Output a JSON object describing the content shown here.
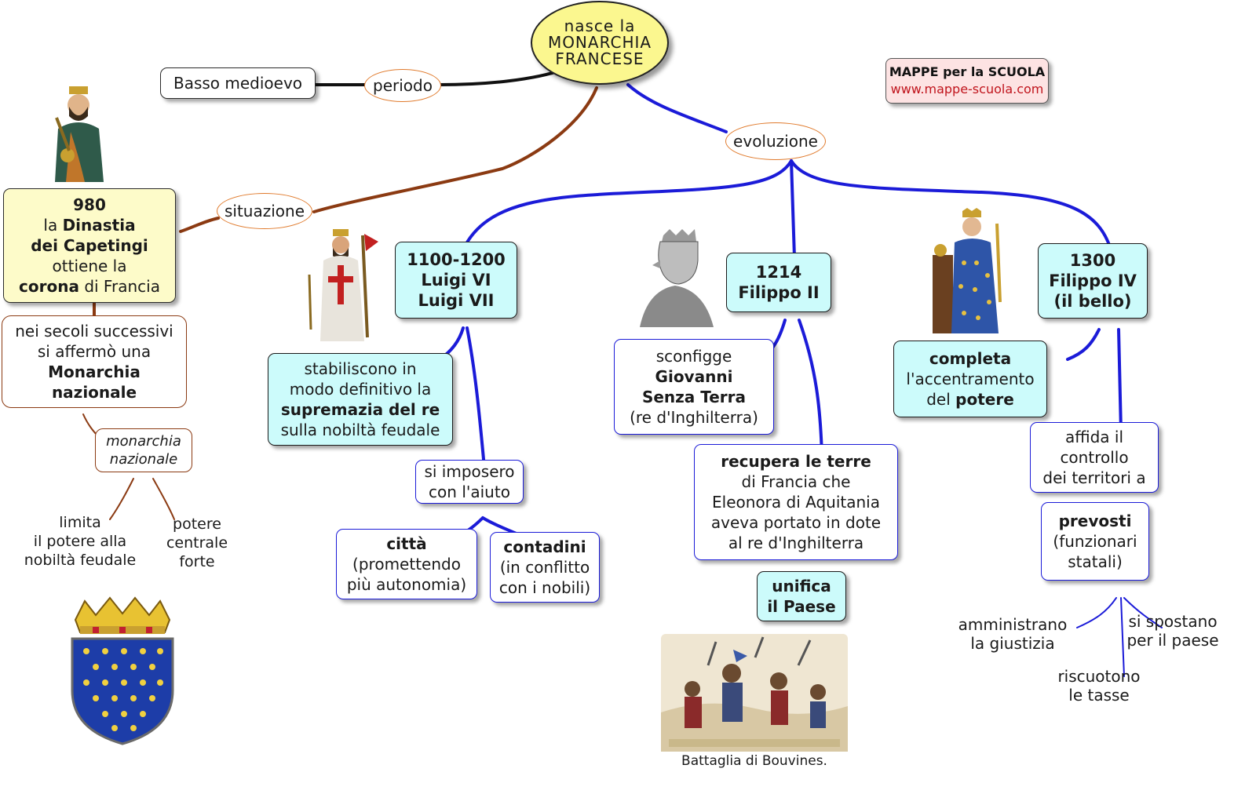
{
  "center": {
    "lines": [
      "nasce la",
      "MONARCHIA",
      "FRANCESE"
    ]
  },
  "brand": {
    "title": "MAPPE per la SCUOLA",
    "url": "www.mappe-scuola.com"
  },
  "period": {
    "link": "periodo",
    "value": "Basso medioevo"
  },
  "situation": {
    "link": "situazione",
    "box_lines": [
      [
        {
          "t": "980",
          "b": true
        }
      ],
      [
        {
          "t": "la ",
          "b": false
        },
        {
          "t": "Dinastia",
          "b": true
        }
      ],
      [
        {
          "t": "dei Capetingi",
          "b": true
        }
      ],
      [
        {
          "t": "ottiene la",
          "b": false
        }
      ],
      [
        {
          "t": "corona",
          "b": true
        },
        {
          "t": " di Francia",
          "b": false
        }
      ]
    ],
    "next_lines": [
      [
        {
          "t": "nei secoli successivi",
          "b": false
        }
      ],
      [
        {
          "t": "si affermò una",
          "b": false
        }
      ],
      [
        {
          "t": "Monarchia",
          "b": true
        }
      ],
      [
        {
          "t": "nazionale",
          "b": true
        }
      ]
    ],
    "sublink_lines": [
      "monarchia",
      "nazionale"
    ],
    "leaf_left": [
      "limita",
      "il potere alla",
      "nobiltà feudale"
    ],
    "leaf_right": [
      "potere",
      "centrale",
      "forte"
    ]
  },
  "evolution": {
    "link": "evoluzione"
  },
  "luigi": {
    "head_lines": [
      "1100-1200",
      "Luigi VI",
      "Luigi VII"
    ],
    "desc_lines": [
      [
        {
          "t": "stabiliscono in",
          "b": false
        }
      ],
      [
        {
          "t": "modo definitivo la",
          "b": false
        }
      ],
      [
        {
          "t": "supremazia del re",
          "b": true
        }
      ],
      [
        {
          "t": "sulla nobiltà feudale",
          "b": false
        }
      ]
    ],
    "imposero_lines": [
      "si imposero",
      "con l'aiuto"
    ],
    "citta_lines": [
      [
        {
          "t": "città",
          "b": true
        }
      ],
      [
        {
          "t": "(promettendo",
          "b": false
        }
      ],
      [
        {
          "t": "più autonomia)",
          "b": false
        }
      ]
    ],
    "contadini_lines": [
      [
        {
          "t": "contadini",
          "b": true
        }
      ],
      [
        {
          "t": "(in conflitto",
          "b": false
        }
      ],
      [
        {
          "t": "con i nobili)",
          "b": false
        }
      ]
    ]
  },
  "filippo2": {
    "head_lines": [
      "1214",
      "Filippo II"
    ],
    "sconfigge_lines": [
      [
        {
          "t": "sconfigge",
          "b": false
        }
      ],
      [
        {
          "t": "Giovanni",
          "b": true
        }
      ],
      [
        {
          "t": "Senza Terra",
          "b": true
        }
      ],
      [
        {
          "t": "(re d'Inghilterra)",
          "b": false
        }
      ]
    ],
    "recupera_lines": [
      [
        {
          "t": "recupera le terre",
          "b": true
        }
      ],
      [
        {
          "t": "di Francia che",
          "b": false
        }
      ],
      [
        {
          "t": "Eleonora di Aquitania",
          "b": false
        }
      ],
      [
        {
          "t": "aveva portato in dote",
          "b": false
        }
      ],
      [
        {
          "t": "al re d'Inghilterra",
          "b": false
        }
      ]
    ],
    "unifica_lines": [
      "unifica",
      "il Paese"
    ],
    "caption": "Battaglia di Bouvines."
  },
  "filippo4": {
    "head_lines": [
      "1300",
      "Filippo IV",
      "(il bello)"
    ],
    "completa_lines": [
      [
        {
          "t": "completa",
          "b": true
        }
      ],
      [
        {
          "t": "l'accentramento",
          "b": false
        }
      ],
      [
        {
          "t": "del ",
          "b": false
        },
        {
          "t": "potere",
          "b": true
        }
      ]
    ],
    "affida_lines": [
      "affida il",
      "controllo",
      "dei territori a"
    ],
    "prevosti_lines": [
      [
        {
          "t": "prevosti",
          "b": true
        }
      ],
      [
        {
          "t": "(funzionari",
          "b": false
        }
      ],
      [
        {
          "t": "statali)",
          "b": false
        }
      ]
    ],
    "leaf_left": [
      "amministrano",
      "la giustizia"
    ],
    "leaf_mid": [
      "riscuotono",
      "le tasse"
    ],
    "leaf_right": [
      "si spostano",
      "per il paese"
    ]
  },
  "colors": {
    "blue_connector": "#1b1bd8",
    "brown_connector": "#8b3a12",
    "center_fill": "#fbf78f",
    "cyan_fill": "#ccfbfb",
    "yellow_fill": "#fdfbc9",
    "oval_border": "#e07a2c",
    "brand_fill": "#fde3e3",
    "brand_url": "#c0141c"
  },
  "icons": [
    "king-portrait-icon",
    "crusader-king-icon",
    "king-profile-icon",
    "enthroned-king-icon",
    "coat-of-arms-icon",
    "battle-scene-icon"
  ]
}
